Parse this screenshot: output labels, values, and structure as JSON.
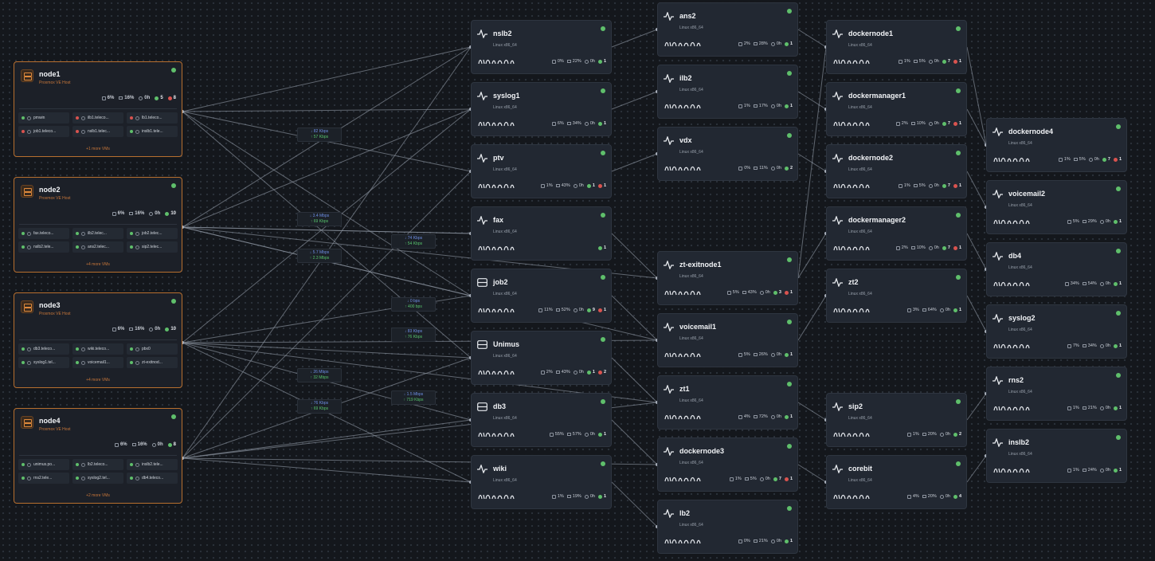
{
  "colors": {
    "background": "#14171c",
    "card": "#222832",
    "host_border": "#b76f2f",
    "status_green": "#5fbf6b",
    "status_red": "#d9534f",
    "download": "#6f8fe6",
    "upload": "#57c46c"
  },
  "hosts": [
    {
      "name": "node1",
      "type": "Proxmox VE Host",
      "cpu": "6%",
      "mem": "16%",
      "uptime": "0h",
      "running": "5",
      "stopped": "8",
      "vms": [
        {
          "label": "pmwin",
          "state": "green"
        },
        {
          "label": "ilb1.teleco...",
          "state": "red"
        },
        {
          "label": "lb1.teleco...",
          "state": "red"
        },
        {
          "label": "job1.teleco...",
          "state": "red"
        },
        {
          "label": "nslb1.telec...",
          "state": "red"
        },
        {
          "label": "inslb1.tele...",
          "state": "green"
        }
      ],
      "more": "+1 more VMs"
    },
    {
      "name": "node2",
      "type": "Proxmox VE Host",
      "cpu": "6%",
      "mem": "16%",
      "uptime": "0h",
      "running": "10",
      "stopped": "",
      "vms": [
        {
          "label": "fax.teleco...",
          "state": "green"
        },
        {
          "label": "ilb2.telec...",
          "state": "green"
        },
        {
          "label": "job2.telec...",
          "state": "green"
        },
        {
          "label": "nslb2.tele...",
          "state": "green"
        },
        {
          "label": "ans2.telec...",
          "state": "green"
        },
        {
          "label": "sip2.telec...",
          "state": "green"
        }
      ],
      "more": "+4 more VMs"
    },
    {
      "name": "node3",
      "type": "Proxmox VE Host",
      "cpu": "6%",
      "mem": "16%",
      "uptime": "0h",
      "running": "10",
      "stopped": "",
      "vms": [
        {
          "label": "db3.teleco...",
          "state": "green"
        },
        {
          "label": "wiki.teleco...",
          "state": "green"
        },
        {
          "label": "pbx0",
          "state": "green"
        },
        {
          "label": "syslog1.tel...",
          "state": "green"
        },
        {
          "label": "voicemail1...",
          "state": "green"
        },
        {
          "label": "zt-exitnod...",
          "state": "green"
        }
      ],
      "more": "+4 more VMs"
    },
    {
      "name": "node4",
      "type": "Proxmox VE Host",
      "cpu": "6%",
      "mem": "16%",
      "uptime": "0h",
      "running": "8",
      "stopped": "",
      "vms": [
        {
          "label": "unimus.po...",
          "state": "green"
        },
        {
          "label": "lb2.teleco...",
          "state": "green"
        },
        {
          "label": "inslb2.tele...",
          "state": "green"
        },
        {
          "label": "rns2.tele...",
          "state": "green"
        },
        {
          "label": "syslog2.tel...",
          "state": "green"
        },
        {
          "label": "db4.teleco...",
          "state": "green"
        }
      ],
      "more": "+2 more VMs"
    }
  ],
  "flows": [
    {
      "down": "↓ 82 Kbps",
      "up": "↑ 57 Kbps"
    },
    {
      "down": "↓ 3.4 Mbps",
      "up": "↑ 69 Kbps"
    },
    {
      "down": "↓ 74 Kbps",
      "up": "↑ 54 Kbps"
    },
    {
      "down": "↓ 5.7 Mbps",
      "up": "↑ 2.3 Mbps"
    },
    {
      "down": "↓ 0 bps",
      "up": "↑ 400 bps"
    },
    {
      "down": "↓ 83 Kbps",
      "up": "↑ 76 Kbps"
    },
    {
      "down": "↓ 26 Mbps",
      "up": "↑ 32 Mbps"
    },
    {
      "down": "↓ 1.5 Mbps",
      "up": "↑ 719 Kbps"
    },
    {
      "down": "↓ 76 Kbps",
      "up": "↑ 69 Kbps"
    }
  ],
  "vms": [
    {
      "name": "nslb2",
      "os": "Linux x86_64",
      "cpu": "0%",
      "mem": "22%",
      "uptime": "0h",
      "running": "1",
      "stopped": "",
      "icon": "activity"
    },
    {
      "name": "syslog1",
      "os": "Linux x86_64",
      "cpu": "6%",
      "mem": "34%",
      "uptime": "0h",
      "running": "1",
      "stopped": "",
      "icon": "activity"
    },
    {
      "name": "ptv",
      "os": "Linux x86_64",
      "cpu": "1%",
      "mem": "43%",
      "uptime": "0h",
      "running": "1",
      "stopped": "1",
      "icon": "activity"
    },
    {
      "name": "fax",
      "os": "Linux x86_64",
      "cpu": "",
      "mem": "",
      "uptime": "",
      "running": "1",
      "stopped": "",
      "icon": "activity"
    },
    {
      "name": "job2",
      "os": "Linux x86_64",
      "cpu": "11%",
      "mem": "52%",
      "uptime": "0h",
      "running": "9",
      "stopped": "1",
      "icon": "server"
    },
    {
      "name": "Unimus",
      "os": "Linux x86_64",
      "cpu": "2%",
      "mem": "43%",
      "uptime": "0h",
      "running": "1",
      "stopped": "2",
      "icon": "server"
    },
    {
      "name": "db3",
      "os": "Linux x86_64",
      "cpu": "55%",
      "mem": "57%",
      "uptime": "0h",
      "running": "1",
      "stopped": "",
      "icon": "server"
    },
    {
      "name": "wiki",
      "os": "Linux x86_64",
      "cpu": "1%",
      "mem": "19%",
      "uptime": "0h",
      "running": "1",
      "stopped": "",
      "icon": "activity"
    },
    {
      "name": "ans2",
      "os": "Linux x86_64",
      "cpu": "2%",
      "mem": "28%",
      "uptime": "0h",
      "running": "1",
      "stopped": "",
      "icon": "activity"
    },
    {
      "name": "ilb2",
      "os": "Linux x86_64",
      "cpu": "1%",
      "mem": "17%",
      "uptime": "0h",
      "running": "1",
      "stopped": "",
      "icon": "activity"
    },
    {
      "name": "vdx",
      "os": "Linux x86_64",
      "cpu": "0%",
      "mem": "11%",
      "uptime": "0h",
      "running": "2",
      "stopped": "",
      "icon": "activity"
    },
    {
      "name": "zt-exitnode1",
      "os": "Linux x86_64",
      "cpu": "5%",
      "mem": "43%",
      "uptime": "0h",
      "running": "3",
      "stopped": "1",
      "icon": "activity"
    },
    {
      "name": "voicemail1",
      "os": "Linux x86_64",
      "cpu": "5%",
      "mem": "26%",
      "uptime": "0h",
      "running": "1",
      "stopped": "",
      "icon": "activity"
    },
    {
      "name": "zt1",
      "os": "Linux x86_64",
      "cpu": "4%",
      "mem": "72%",
      "uptime": "0h",
      "running": "1",
      "stopped": "",
      "icon": "activity"
    },
    {
      "name": "dockernode3",
      "os": "Linux x86_64",
      "cpu": "1%",
      "mem": "5%",
      "uptime": "0h",
      "running": "7",
      "stopped": "1",
      "icon": "activity"
    },
    {
      "name": "lb2",
      "os": "Linux x86_64",
      "cpu": "0%",
      "mem": "21%",
      "uptime": "0h",
      "running": "1",
      "stopped": "",
      "icon": "activity"
    },
    {
      "name": "dockernode1",
      "os": "Linux x86_64",
      "cpu": "1%",
      "mem": "5%",
      "uptime": "0h",
      "running": "7",
      "stopped": "1",
      "icon": "activity"
    },
    {
      "name": "dockermanager1",
      "os": "Linux x86_64",
      "cpu": "2%",
      "mem": "10%",
      "uptime": "0h",
      "running": "7",
      "stopped": "1",
      "icon": "activity"
    },
    {
      "name": "dockernode2",
      "os": "Linux x86_64",
      "cpu": "1%",
      "mem": "5%",
      "uptime": "0h",
      "running": "7",
      "stopped": "1",
      "icon": "activity"
    },
    {
      "name": "dockermanager2",
      "os": "Linux x86_64",
      "cpu": "2%",
      "mem": "10%",
      "uptime": "0h",
      "running": "7",
      "stopped": "1",
      "icon": "activity"
    },
    {
      "name": "zt2",
      "os": "Linux x86_64",
      "cpu": "3%",
      "mem": "64%",
      "uptime": "0h",
      "running": "1",
      "stopped": "",
      "icon": "activity"
    },
    {
      "name": "sip2",
      "os": "Linux x86_64",
      "cpu": "1%",
      "mem": "20%",
      "uptime": "0h",
      "running": "2",
      "stopped": "",
      "icon": "activity"
    },
    {
      "name": "corebit",
      "os": "Linux x86_64",
      "cpu": "4%",
      "mem": "20%",
      "uptime": "0h",
      "running": "4",
      "stopped": "",
      "icon": "activity"
    },
    {
      "name": "dockernode4",
      "os": "Linux x86_64",
      "cpu": "1%",
      "mem": "5%",
      "uptime": "0h",
      "running": "7",
      "stopped": "1",
      "icon": "activity"
    },
    {
      "name": "voicemail2",
      "os": "Linux x86_64",
      "cpu": "5%",
      "mem": "29%",
      "uptime": "0h",
      "running": "1",
      "stopped": "",
      "icon": "activity"
    },
    {
      "name": "db4",
      "os": "Linux x86_64",
      "cpu": "34%",
      "mem": "54%",
      "uptime": "0h",
      "running": "1",
      "stopped": "",
      "icon": "activity"
    },
    {
      "name": "syslog2",
      "os": "Linux x86_64",
      "cpu": "7%",
      "mem": "34%",
      "uptime": "0h",
      "running": "1",
      "stopped": "",
      "icon": "activity"
    },
    {
      "name": "rns2",
      "os": "Linux x86_64",
      "cpu": "1%",
      "mem": "21%",
      "uptime": "0h",
      "running": "1",
      "stopped": "",
      "icon": "activity"
    },
    {
      "name": "inslb2",
      "os": "Linux x86_64",
      "cpu": "1%",
      "mem": "24%",
      "uptime": "0h",
      "running": "1",
      "stopped": "",
      "icon": "activity"
    }
  ]
}
